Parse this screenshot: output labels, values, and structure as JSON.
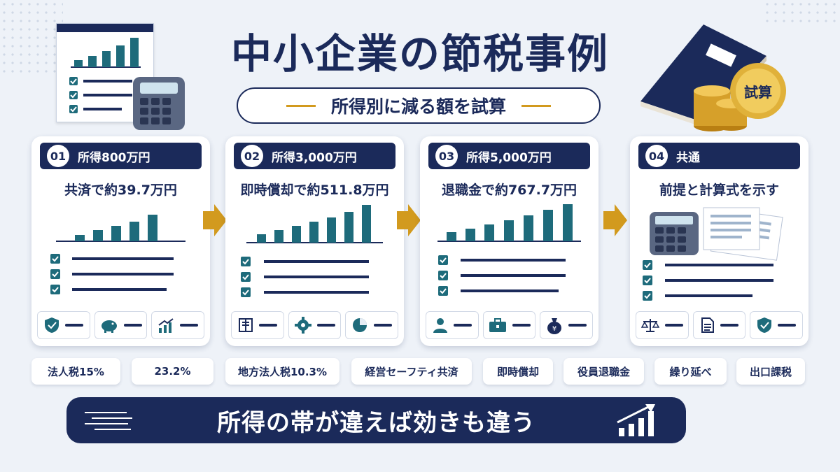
{
  "title": "中小企業の節税事例",
  "subtitle": "所得別に減る額を試算",
  "badge": "試算",
  "cards": [
    {
      "num": "01",
      "label": "所得800万円",
      "headline": "共済で約39.7万円"
    },
    {
      "num": "02",
      "label": "所得3,000万円",
      "headline": "即時償却で約511.8万円"
    },
    {
      "num": "03",
      "label": "所得5,000万円",
      "headline": "退職金で約767.7万円"
    },
    {
      "num": "04",
      "label": "共通",
      "headline": "前提と計算式を示す"
    }
  ],
  "card_icons": [
    [
      "shield-icon",
      "piggy-bank-icon",
      "growth-chart-icon"
    ],
    [
      "ledger-icon",
      "gear-icon",
      "pie-chart-icon"
    ],
    [
      "person-icon",
      "briefcase-icon",
      "money-bag-icon"
    ],
    [
      "scale-icon",
      "document-icon",
      "shield-check-icon"
    ]
  ],
  "tags": [
    "法人税15%",
    "23.2%",
    "地方法人税10.3%",
    "経営セーフティ共済",
    "即時償却",
    "役員退職金",
    "繰り延べ",
    "出口課税"
  ],
  "banner": "所得の帯が違えば効きも違う",
  "colors": {
    "navy": "#1b2a5a",
    "teal": "#1e6b7b",
    "gold": "#d29a1e",
    "check_green": "#1e6b7b"
  }
}
